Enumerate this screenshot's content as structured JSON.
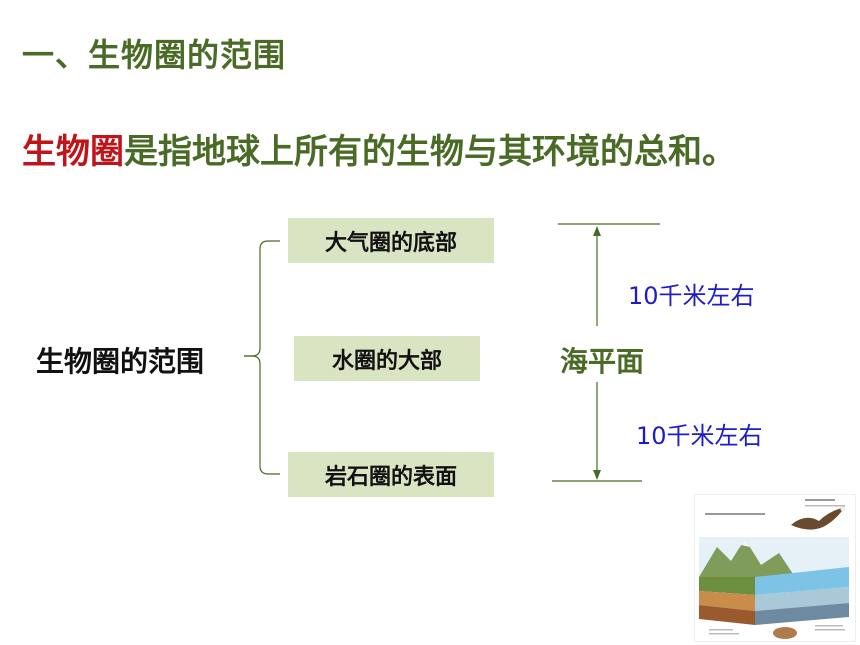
{
  "slide": {
    "heading": "一、生物圈的范围",
    "definition_term": "生物圈",
    "definition_rest": "是指地球上所有的生物与其环境的总和。"
  },
  "diagram": {
    "root_label": "生物圈的范围",
    "branches": [
      "大气圈的底部",
      "水圈的大部",
      "岩石圈的表面"
    ],
    "sea_level_label": "海平面",
    "upper_distance": "10千米左右",
    "lower_distance": "10千米左右"
  },
  "colors": {
    "heading_green": "#4a6b25",
    "term_red": "#c0141b",
    "box_fill": "#d9e4c3",
    "distance_blue": "#1c1cc8"
  },
  "illustration": {
    "icon": "biosphere-illustration"
  }
}
